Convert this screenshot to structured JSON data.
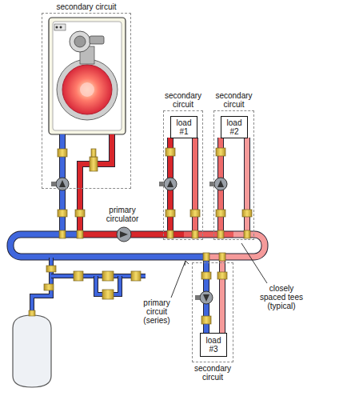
{
  "diagram": {
    "nodes": [
      {
        "text": [
          "secondary circuit"
        ]
      },
      {
        "text": [
          "secondary circuit"
        ]
      },
      {
        "text": [
          "load #1"
        ],
        "in": 1
      },
      {
        "text": [
          "secondary circuit"
        ]
      },
      {
        "text": [
          "load #2"
        ],
        "in": 3
      },
      {
        "text": [
          "secondary circuit"
        ]
      },
      {
        "text": [
          "load #3"
        ],
        "in": 5
      }
    ],
    "labels": [
      "primary circulator",
      "primary circuit (series)",
      "closely spaced tees (typical)"
    ]
  }
}
